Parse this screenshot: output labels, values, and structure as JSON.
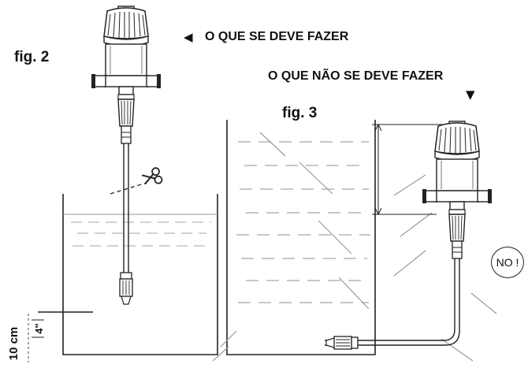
{
  "figure2": {
    "label": "fig. 2"
  },
  "figure3": {
    "label": "fig. 3"
  },
  "callouts": {
    "do": "O QUE SE DEVE FAZER",
    "do_not": "O QUE NÃO SE DEVE FAZER",
    "no_mark": "NO !"
  },
  "measurement": {
    "metric": "10 cm",
    "imperial": "4\""
  },
  "icons": {
    "arrow_left": "◀",
    "arrow_down": "▼",
    "scissors": "scissors-icon"
  },
  "colors": {
    "line": "#222222",
    "water_dash": "#bdbdbd",
    "diagonal": "#8a8a8a"
  }
}
